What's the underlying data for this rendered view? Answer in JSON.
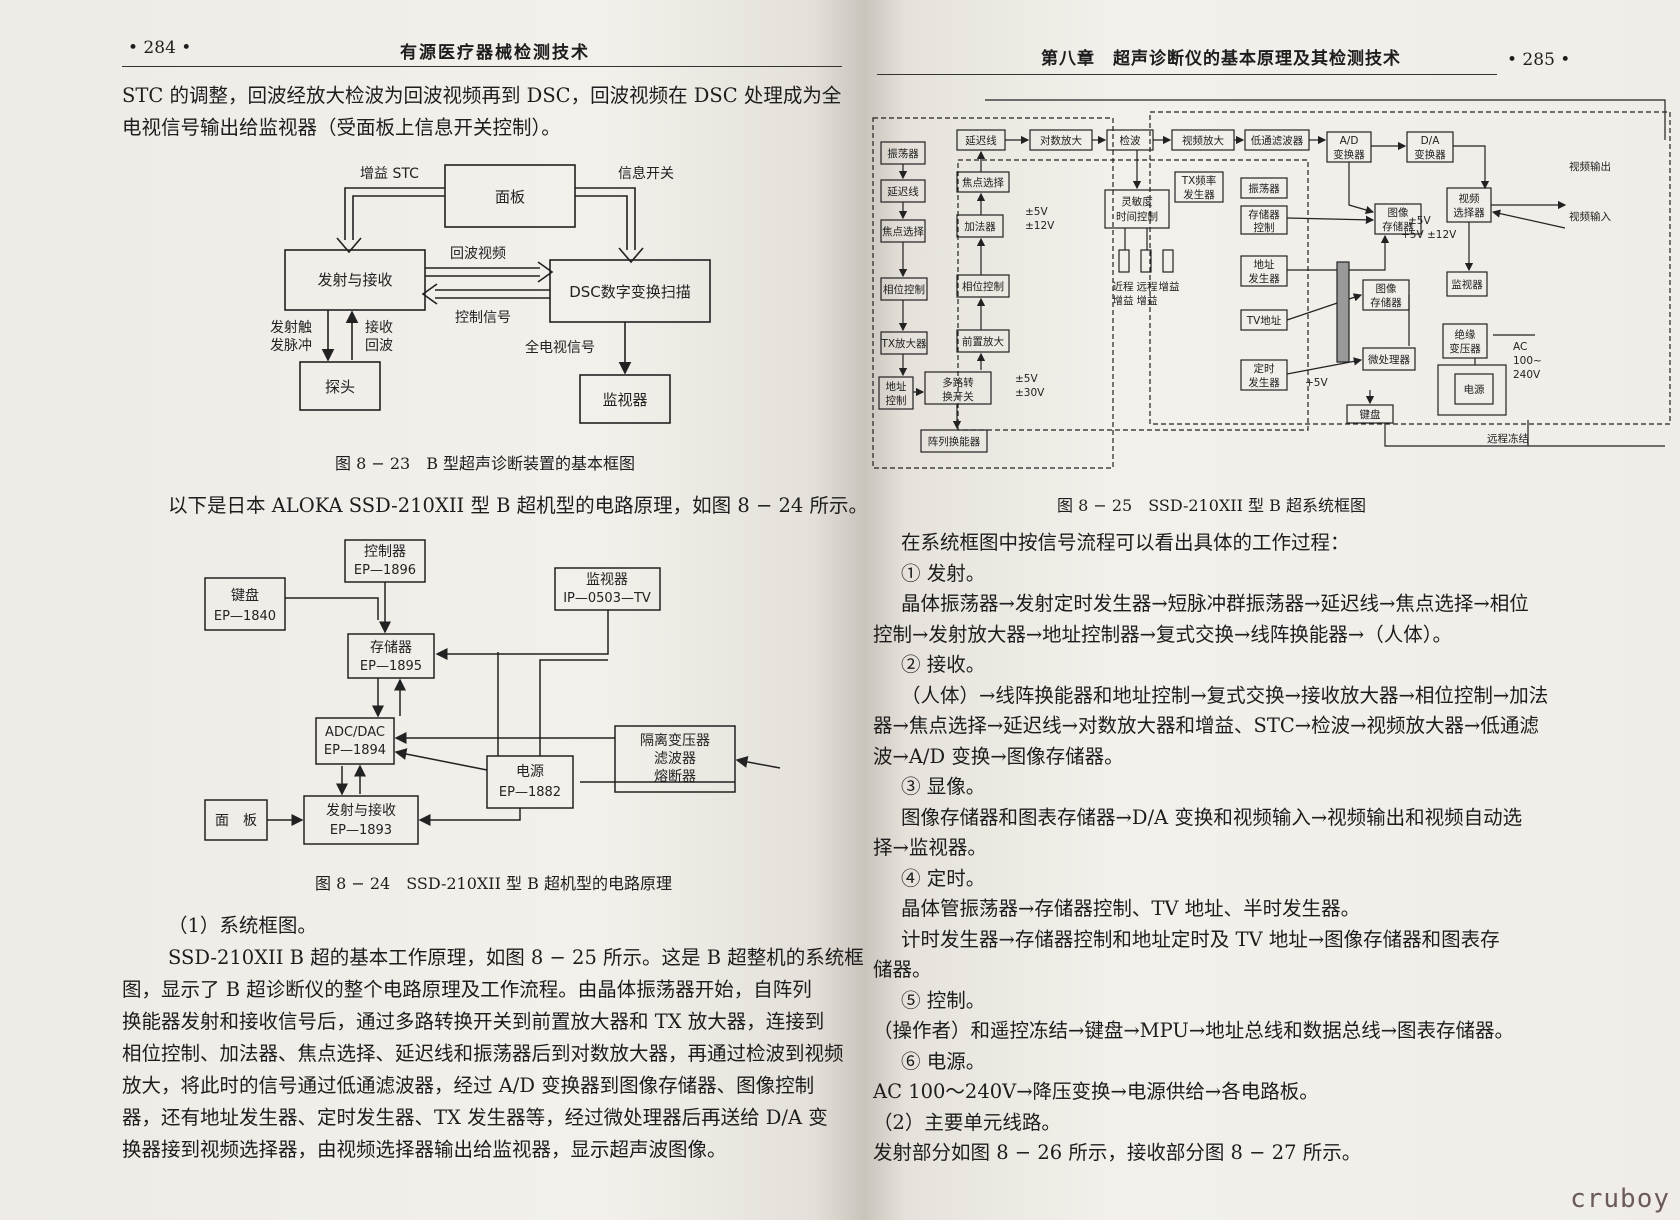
{
  "left": {
    "header": {
      "page_no": "• 284 •",
      "book_title": "有源医疗器械检测技术"
    },
    "intro_lines": [
      "STC 的调整，回波经放大检波为回波视频再到 DSC，回波视频在 DSC 处理成为全",
      "电视信号输出给监视器（受面板上信息开关控制）。"
    ],
    "fig23": {
      "caption": "图 8 − 23　B 型超声诊断装置的基本框图",
      "boxes": {
        "panel": "面板",
        "txrx": "发射与接收",
        "dsc": "DSC数字变换扫描",
        "probe": "探头",
        "monitor": "监视器"
      },
      "labels": {
        "gain_stc": "增益 STC",
        "info_switch": "信息开关",
        "echo_video": "回波视频",
        "control_signal": "控制信号",
        "tv_signal": "全电视信号",
        "trigger_1": "发射触",
        "trigger_2": "发脉冲",
        "recv_1": "接收",
        "recv_2": "回波"
      }
    },
    "middle_line": "以下是日本 ALOKA SSD-210XII 型 B 超机型的电路原理，如图 8 − 24 所示。",
    "fig24": {
      "caption": "图 8 − 24　SSD-210XII 型 B 超机型的电路原理",
      "boxes": {
        "controller": [
          "控制器",
          "EP—1896"
        ],
        "keyboard": [
          "键盘",
          "EP—1840"
        ],
        "monitor": [
          "监视器",
          "IP—0503—TV"
        ],
        "memory": [
          "存储器",
          "EP—1895"
        ],
        "adc": [
          "ADC/DAC",
          "EP—1894"
        ],
        "isolation": [
          "隔离变压器",
          "滤波器",
          "熔断器"
        ],
        "power": [
          "电源",
          "EP—1882"
        ],
        "panel": [
          "面　板"
        ],
        "txrx": [
          "发射与接收",
          "EP—1893"
        ]
      }
    },
    "body_lines": [
      "（1）系统框图。",
      "SSD-210XII B 超的基本工作原理，如图 8 − 25 所示。这是 B 超整机的系统框",
      "图，显示了 B 超诊断仪的整个电路原理及工作流程。由晶体振荡器开始，自阵列",
      "换能器发射和接收信号后，通过多路转换开关到前置放大器和 TX 放大器，连接到",
      "相位控制、加法器、焦点选择、延迟线和振荡器后到对数放大器，再通过检波到视频",
      "放大，将此时的信号通过低通滤波器，经过 A/D 变换器到图像存储器、图像控制",
      "器，还有地址发生器、定时发生器、TX 发生器等，经过微处理器后再送给 D/A 变",
      "换器接到视频选择器，由视频选择器输出给监视器，显示超声波图像。"
    ]
  },
  "right": {
    "header": {
      "chapter": "第八章　超声诊断仪的基本原理及其检测技术",
      "page_no": "• 285 •"
    },
    "fig25": {
      "caption": "图 8 − 25　SSD-210XII 型 B 超系统框图",
      "blocks": {
        "osc": "振荡器",
        "delay_l": "延迟线",
        "focus_l": "焦点选择",
        "phase_l": "相位控制",
        "tx_amp": "TX放大器",
        "addr_ctrl": [
          "地址",
          "控制"
        ],
        "mux": [
          "多路转",
          "换开关"
        ],
        "array": "阵列换能器",
        "delay_r": "延迟线",
        "focus_r": "焦点选择",
        "adder": "加法器",
        "phase_r": "相位控制",
        "preamp": "前置放大",
        "log_amp": "对数放大",
        "detect": "检波",
        "video_amp": "视频放大",
        "lpf": "低通滤波器",
        "ad": [
          "A/D",
          "变换器"
        ],
        "da": [
          "D/A",
          "变换器"
        ],
        "txgen": [
          "TX频率",
          "发生器"
        ],
        "sens": [
          "灵敏度",
          "时间控制"
        ],
        "pot_near": [
          "近程",
          "增益"
        ],
        "pot_far": [
          "远程",
          "增益"
        ],
        "pot_gain": "增益",
        "osc2": "振荡器",
        "mem_ctrl": [
          "存储器",
          "控制"
        ],
        "img_mem": [
          "图像",
          "存储器"
        ],
        "addr_gen": [
          "地址",
          "发生器"
        ],
        "tv_addr": "TV地址",
        "img_mem2": [
          "图像",
          "存储器"
        ],
        "cpu": "微处理器",
        "timer": [
          "定时",
          "发生器"
        ],
        "keyboard": "键盘",
        "video_sel": [
          "视频",
          "选择器"
        ],
        "monitor": "监视器",
        "iso": [
          "绝缘",
          "变压器"
        ],
        "psu": "电源"
      },
      "labels": {
        "pm5_1": "±5V",
        "pm12_1": "±12V",
        "pm5_2": "±5V",
        "pm30": "±30V",
        "plus5": "+5V",
        "rail_a": "±5V",
        "rail_b": "+5V ±12V",
        "video_out": "视频输出",
        "video_in": "视频输入",
        "ac_1": "AC",
        "ac_2": "100~",
        "ac_3": "240V",
        "remote": "远程冻结"
      }
    },
    "lines": [
      "在系统框图中按信号流程可以看出具体的工作过程：",
      "① 发射。",
      "晶体振荡器→发射定时发生器→短脉冲群振荡器→延迟线→焦点选择→相位",
      "控制→发射放大器→地址控制器→复式交换→线阵换能器→（人体）。",
      "② 接收。",
      "（人体）→线阵换能器和地址控制→复式交换→接收放大器→相位控制→加法",
      "器→焦点选择→延迟线→对数放大器和增益、STC→检波→视频放大器→低通滤",
      "波→A/D 变换→图像存储器。",
      "③ 显像。",
      "图像存储器和图表存储器→D/A 变换和视频输入→视频输出和视频自动选",
      "择→监视器。",
      "④ 定时。",
      "晶体管振荡器→存储器控制、TV 地址、半时发生器。",
      "计时发生器→存储器控制和地址定时及 TV 地址→图像存储器和图表存",
      "储器。",
      "⑤ 控制。",
      "（操作者）和遥控冻结→键盘→MPU→地址总线和数据总线→图表存储器。",
      "⑥ 电源。",
      "AC 100～240V→降压变换→电源供给→各电路板。",
      "（2）主要单元线路。",
      "发射部分如图 8 − 26 所示，接收部分图 8 − 27 所示。"
    ]
  },
  "watermark": "cruboy"
}
